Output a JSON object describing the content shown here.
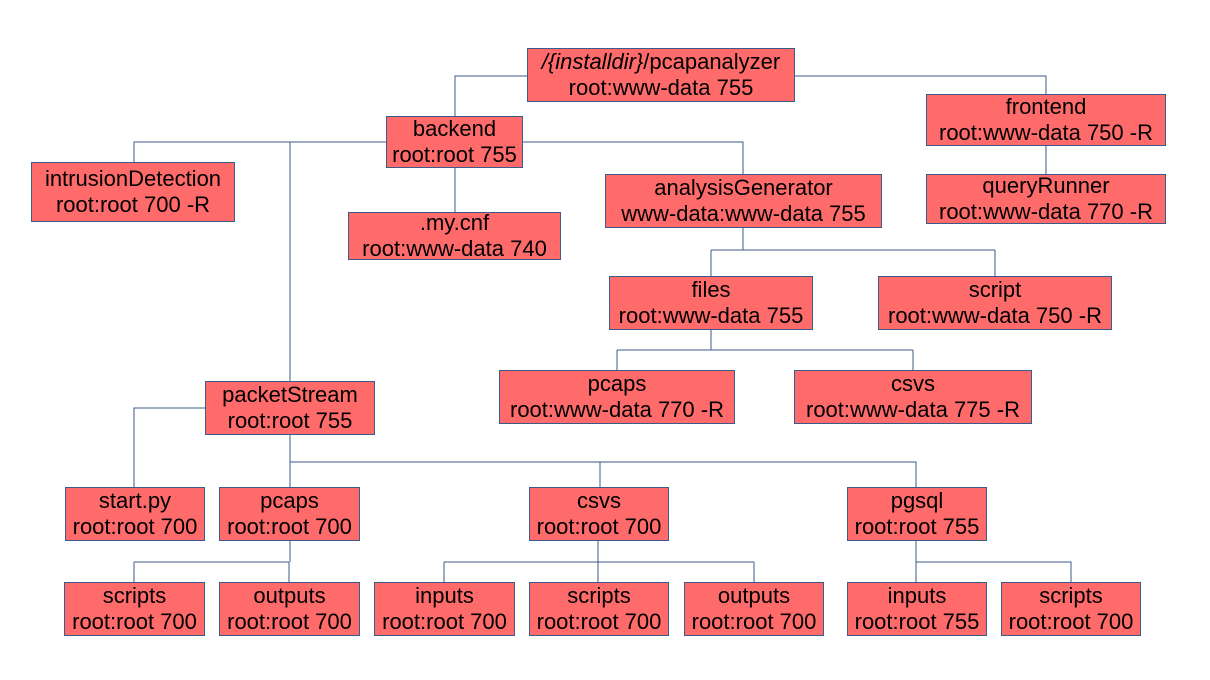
{
  "colors": {
    "node_fill": "#ff6a6a",
    "node_border": "#3c5a8a",
    "edge": "#3c5a8a",
    "text": "#000000"
  },
  "nodes": {
    "root": {
      "name_italic": "/{installdir}",
      "name_rest": "/pcapanalyzer",
      "perm": "root:www-data 755"
    },
    "frontend": {
      "name": "frontend",
      "perm": "root:www-data 750 -R"
    },
    "queryRunner": {
      "name": "queryRunner",
      "perm": "root:www-data 770 -R"
    },
    "backend": {
      "name": "backend",
      "perm": "root:root 755"
    },
    "intrusionDetection": {
      "name": "intrusionDetection",
      "perm": "root:root 700 -R"
    },
    "mycnf": {
      "name": ".my.cnf",
      "perm": "root:www-data 740"
    },
    "analysisGenerator": {
      "name": "analysisGenerator",
      "perm": "www-data:www-data 755"
    },
    "ag_files": {
      "name": "files",
      "perm": "root:www-data 755"
    },
    "ag_script": {
      "name": "script",
      "perm": "root:www-data 750 -R"
    },
    "files_pcaps": {
      "name": "pcaps",
      "perm": "root:www-data 770 -R"
    },
    "files_csvs": {
      "name": "csvs",
      "perm": "root:www-data 775 -R"
    },
    "packetStream": {
      "name": "packetStream",
      "perm": "root:root 755"
    },
    "startpy": {
      "name": "start.py",
      "perm": "root:root 700"
    },
    "ps_pcaps": {
      "name": "pcaps",
      "perm": "root:root 700"
    },
    "ps_csvs": {
      "name": "csvs",
      "perm": "root:root 700"
    },
    "ps_pgsql": {
      "name": "pgsql",
      "perm": "root:root 755"
    },
    "pcaps_scripts": {
      "name": "scripts",
      "perm": "root:root 700"
    },
    "pcaps_outputs": {
      "name": "outputs",
      "perm": "root:root 700"
    },
    "csvs_inputs": {
      "name": "inputs",
      "perm": "root:root 700"
    },
    "csvs_scripts": {
      "name": "scripts",
      "perm": "root:root 700"
    },
    "csvs_outputs": {
      "name": "outputs",
      "perm": "root:root 700"
    },
    "pgsql_inputs": {
      "name": "inputs",
      "perm": "root:root 755"
    },
    "pgsql_scripts": {
      "name": "scripts",
      "perm": "root:root 700"
    }
  }
}
